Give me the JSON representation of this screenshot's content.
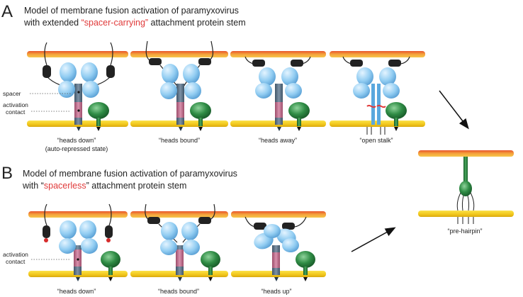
{
  "panel_a": {
    "letter": "A",
    "title_line1": "Model of membrane fusion activation of paramyxovirus",
    "title_line2_pre": "with extended ",
    "title_line2_highlight": "“spacer-carrying”",
    "title_line2_post": " attachment protein stem",
    "labels": {
      "spacer": "spacer",
      "activation": "activation",
      "contact": "contact"
    },
    "captions": [
      "“heads down”",
      "(auto-repressed state)",
      "“heads bound”",
      "“heads away”",
      "“open stalk”"
    ]
  },
  "panel_b": {
    "letter": "B",
    "title_line1": "Model of membrane fusion activation  of paramyxovirus",
    "title_line2_pre": "with “",
    "title_line2_highlight": "spacerless",
    "title_line2_post": "” attachment protein stem",
    "labels": {
      "activation": "activation",
      "contact": "contact"
    },
    "captions": [
      "“heads down”",
      "“heads bound”",
      "“heads up”"
    ]
  },
  "final_state": {
    "caption": "“pre-hairpin”"
  },
  "colors": {
    "membrane_top": "#f08c3a",
    "membrane_bottom": "#f3cf1e",
    "head_blue": "#8fc8ee",
    "stalk_gray": "#5f6f80",
    "contact_pink": "#c06d8c",
    "fusion_green": "#237a3a",
    "accent_red": "#e03a3a"
  }
}
